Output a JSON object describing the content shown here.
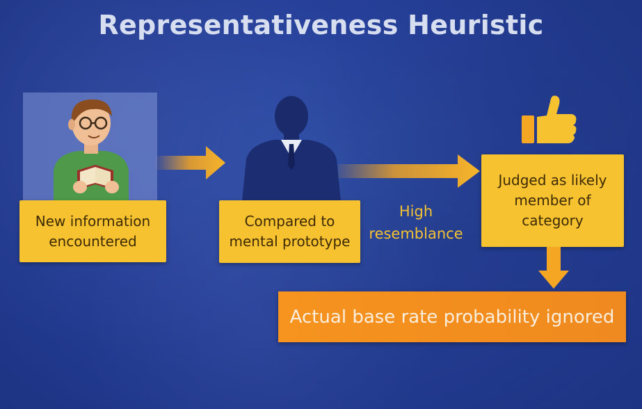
{
  "title": "Representativeness Heuristic",
  "steps": [
    {
      "line1": "New information",
      "line2": "encountered"
    },
    {
      "line1": "Compared to",
      "line2": "mental prototype"
    },
    {
      "line1": "Judged as likely",
      "line2": "member of",
      "line3": "category"
    }
  ],
  "arrow_label": {
    "line1": "High",
    "line2": "resemblance"
  },
  "outcome": "Actual base rate probability ignored",
  "colors": {
    "background": "#26409a",
    "box": "#f6c230",
    "outcome": "#f28d1e",
    "arrow": "#f5b025",
    "title": "#d7def0"
  },
  "icons": [
    "person-reading-icon",
    "silhouette-prototype-icon",
    "thumbs-up-icon"
  ]
}
